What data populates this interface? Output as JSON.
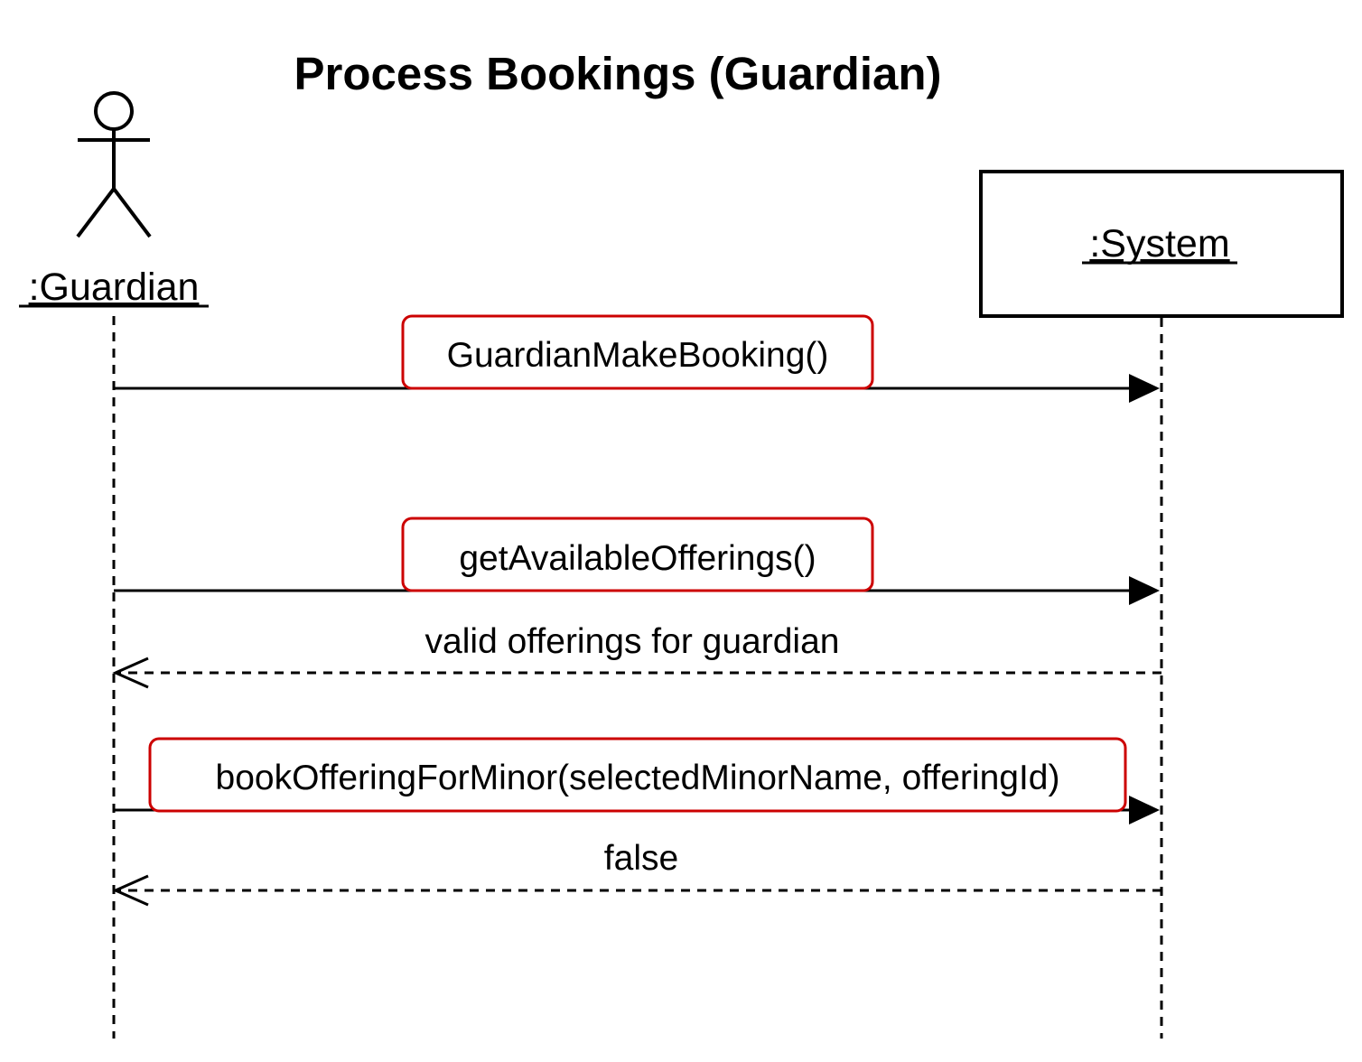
{
  "diagram": {
    "title": "Process Bookings (Guardian)",
    "participants": {
      "actor": {
        "label": ":Guardian"
      },
      "system": {
        "label": ":System"
      }
    },
    "messages": [
      {
        "label": "GuardianMakeBooking()",
        "kind": "sync",
        "direction": "actor-to-system",
        "highlighted": true
      },
      {
        "label": "getAvailableOfferings()",
        "kind": "sync",
        "direction": "actor-to-system",
        "highlighted": true
      },
      {
        "label": "valid offerings for guardian",
        "kind": "return",
        "direction": "system-to-actor",
        "highlighted": false
      },
      {
        "label": "bookOfferingForMinor(selectedMinorName, offeringId)",
        "kind": "sync",
        "direction": "actor-to-system",
        "highlighted": true
      },
      {
        "label": "false",
        "kind": "return",
        "direction": "system-to-actor",
        "highlighted": false
      }
    ],
    "colors": {
      "line": "#000000",
      "highlight_border": "#cc0000",
      "background": "#ffffff"
    }
  }
}
